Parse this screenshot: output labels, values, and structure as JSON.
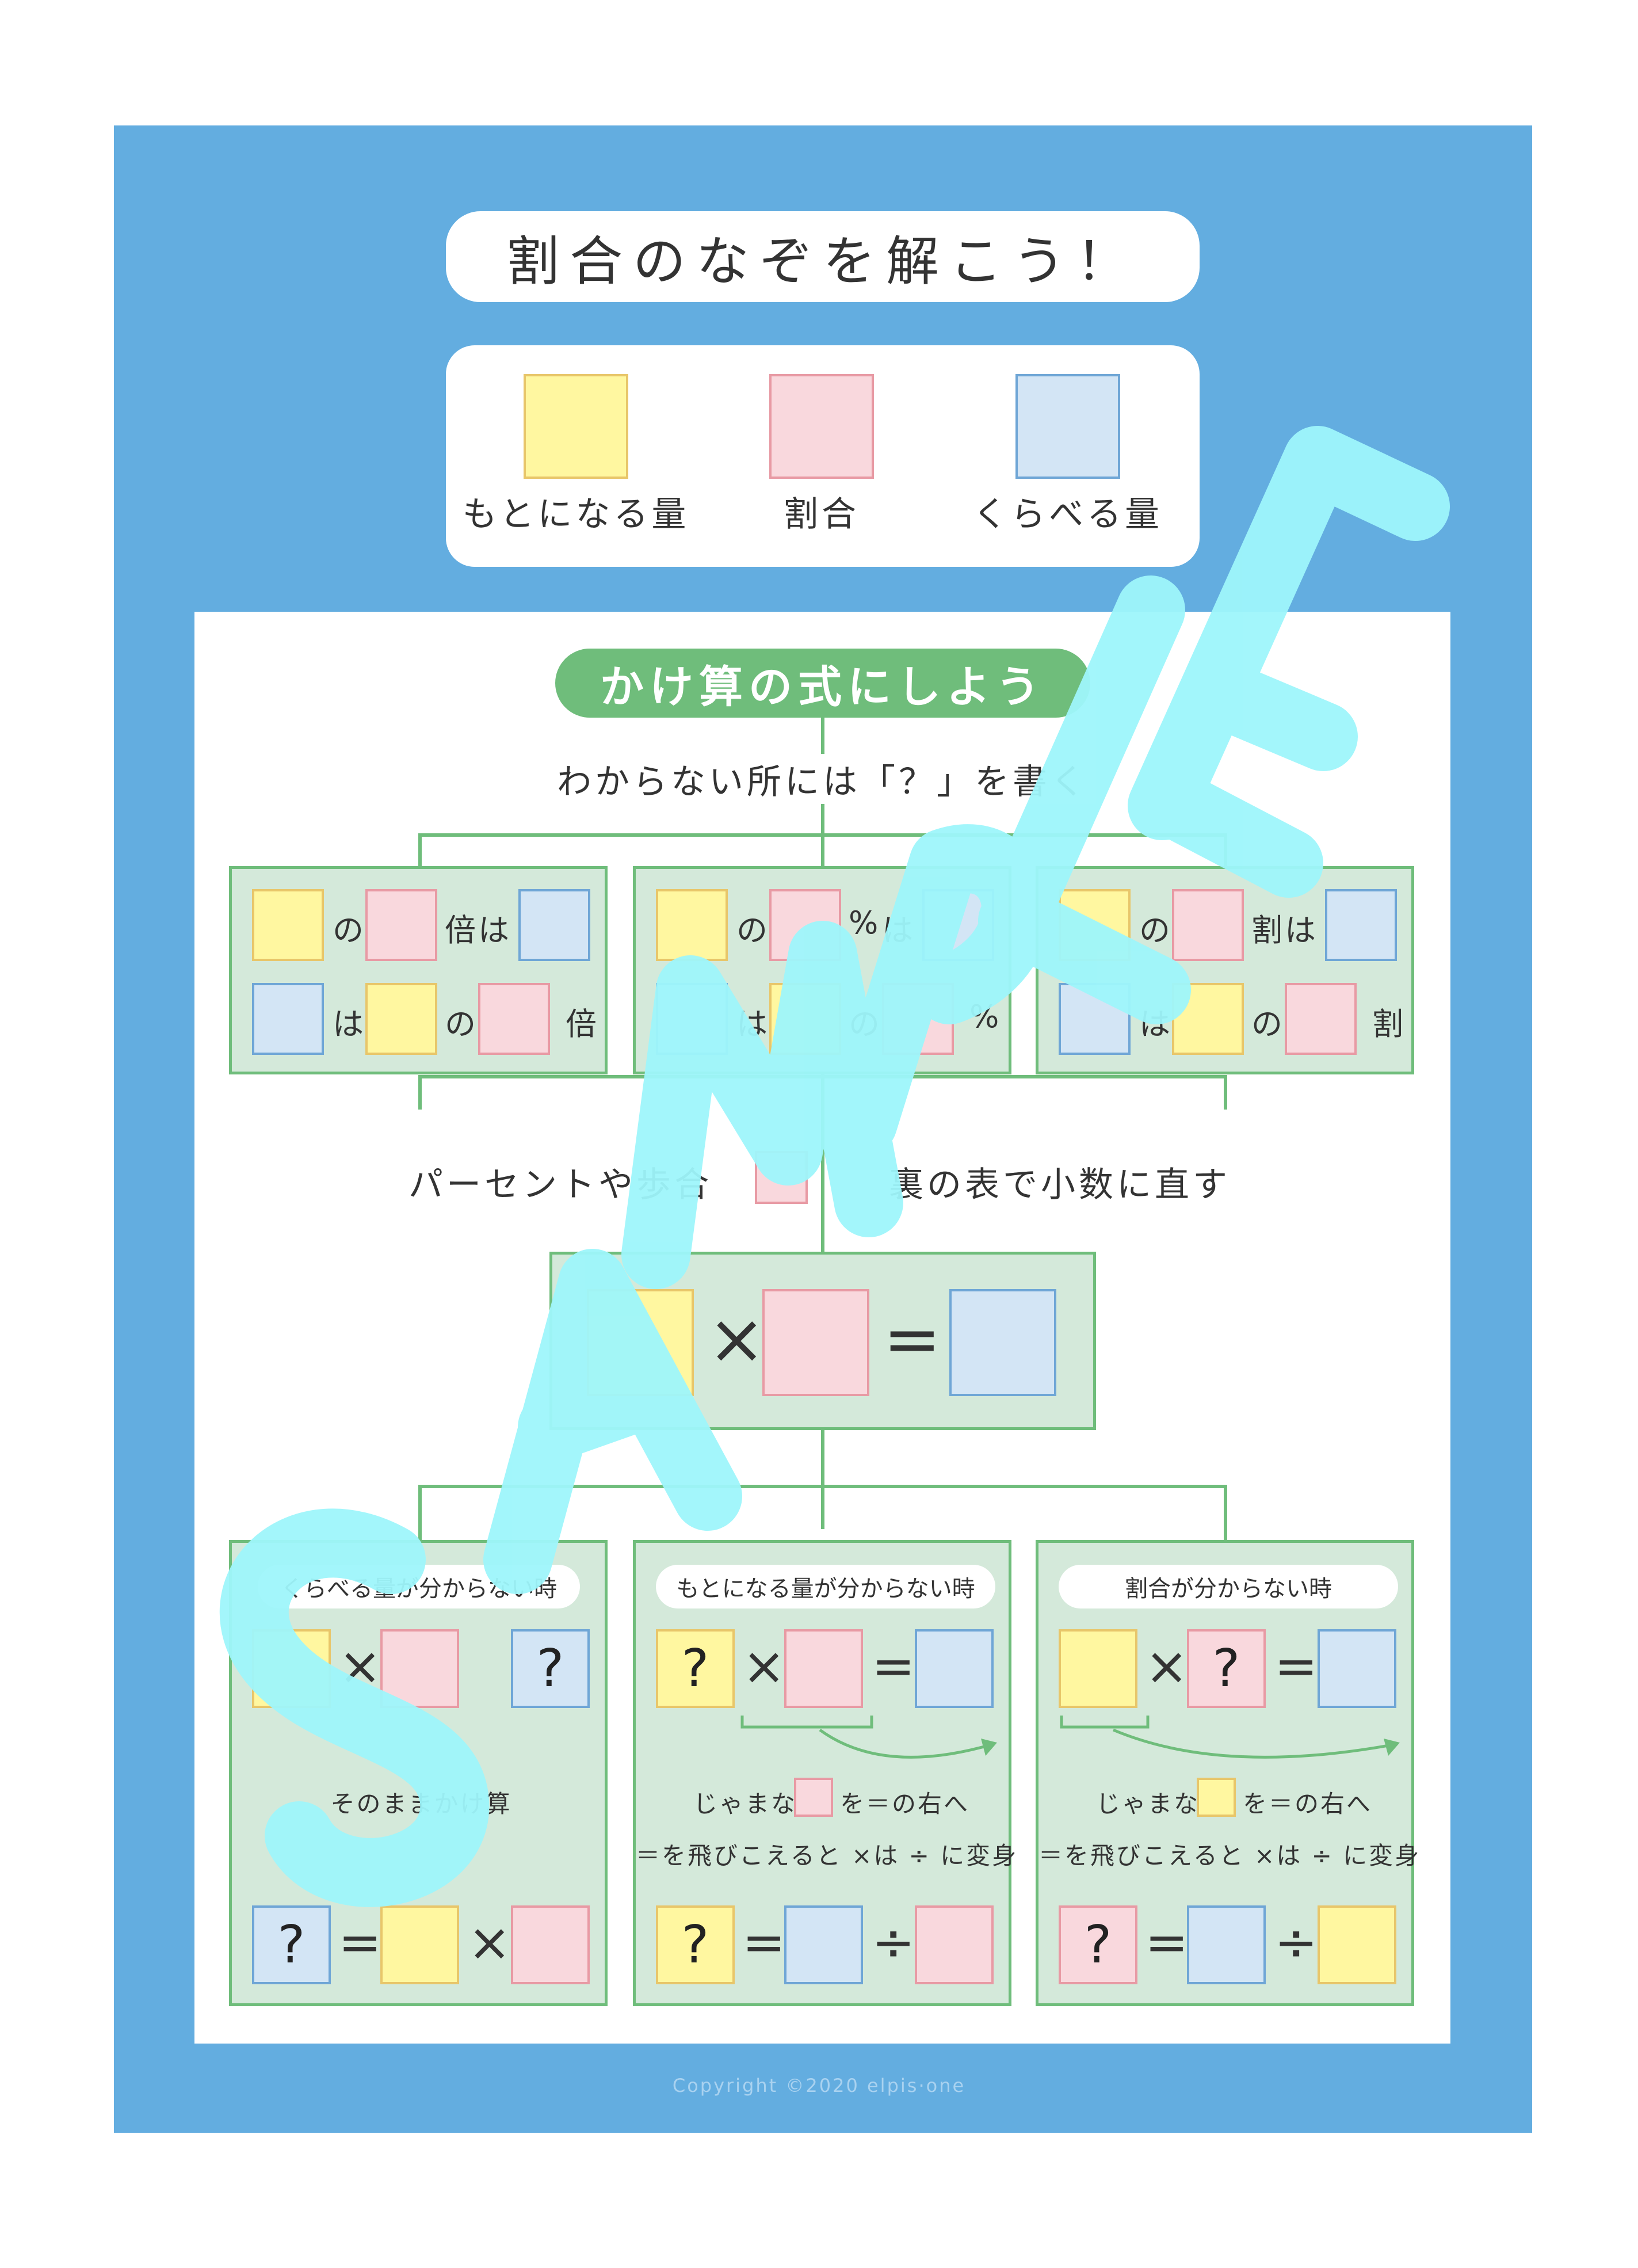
{
  "title": "割合のなぞを解こう！",
  "legend": {
    "items": [
      {
        "label": "もとになる量",
        "color": "#fff7a0"
      },
      {
        "label": "割合",
        "color": "#f9d8dd"
      },
      {
        "label": "くらべる量",
        "color": "#d3e5f5"
      }
    ]
  },
  "section": {
    "heading": "かけ算の式にしよう",
    "instruction": "わからない所には「？」を書く",
    "boxes": [
      {
        "row1": [
          "の",
          "倍",
          "は"
        ],
        "row2": [
          "は",
          "の",
          "倍"
        ]
      },
      {
        "row1": [
          "の",
          "%",
          "は"
        ],
        "row2": [
          "は",
          "の",
          "%"
        ]
      },
      {
        "row1": [
          "の",
          "割",
          "は"
        ],
        "row2": [
          "は",
          "の",
          "割"
        ]
      }
    ],
    "convert_left": "パーセントや歩合",
    "convert_right": "裏の表で小数に直す",
    "formula": {
      "times": "×",
      "equals": "="
    }
  },
  "cases": [
    {
      "title": "くらべる量が分からない時",
      "q": "?",
      "note": "そのままかけ算",
      "result": {
        "q": "?",
        "eq": "=",
        "op": "×"
      }
    },
    {
      "title": "もとになる量が分からない時",
      "q": "?",
      "note1_pre": "じゃまな",
      "note1_post": "を＝の右へ",
      "note2": "＝を飛びこえると ×は ÷ に変身",
      "result": {
        "q": "?",
        "eq": "=",
        "op": "÷"
      }
    },
    {
      "title": "割合が分からない時",
      "q": "?",
      "note1_pre": "じゃまな",
      "note1_post": "を＝の右へ",
      "note2": "＝を飛びこえると ×は ÷ に変身",
      "result": {
        "q": "?",
        "eq": "=",
        "op": "÷"
      }
    }
  ],
  "copyright": "Copyright ©2020 elpis·one",
  "watermark": "SAMPLE",
  "colors": {
    "frame": "#63ade0",
    "green": "#6fbd7b",
    "yellow": "#fff7a0",
    "pink": "#f9d8dd",
    "blue": "#d3e5f5",
    "watermark": "#9ef6fb"
  }
}
